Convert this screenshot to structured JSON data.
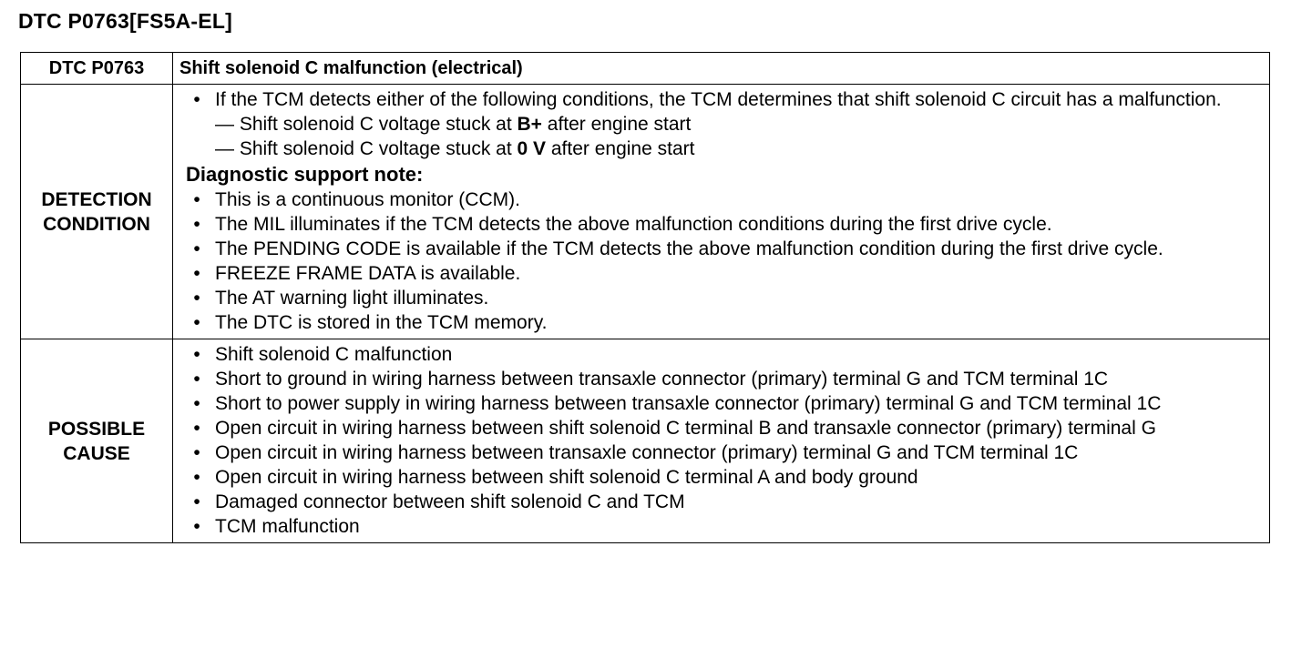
{
  "heading": "DTC P0763[FS5A-EL]",
  "table": {
    "code_label": "DTC P0763",
    "code_description": "Shift solenoid C malfunction (electrical)",
    "detection": {
      "label_line1": "DETECTION",
      "label_line2": "CONDITION",
      "intro": "If the TCM detects either of the following conditions, the TCM determines that shift solenoid C circuit has a malfunction.",
      "sub_items": [
        {
          "prefix": "— Shift solenoid C voltage stuck at ",
          "value": "B+",
          "suffix": " after engine start"
        },
        {
          "prefix": "— Shift solenoid C voltage stuck at ",
          "value": "0 V",
          "suffix": " after engine start"
        }
      ],
      "note_heading": "Diagnostic support note:",
      "notes": [
        "This is a continuous monitor (CCM).",
        "The MIL illuminates if the TCM detects the above malfunction conditions during the first drive cycle.",
        "The PENDING CODE is available if the TCM detects the above malfunction condition during the first drive cycle.",
        "FREEZE FRAME DATA is available.",
        "The AT warning light illuminates.",
        "The DTC is stored in the TCM memory."
      ]
    },
    "causes": {
      "label_line1": "POSSIBLE",
      "label_line2": "CAUSE",
      "items": [
        "Shift solenoid C malfunction",
        "Short to ground in wiring harness between transaxle connector (primary) terminal G and TCM terminal 1C",
        "Short to power supply in wiring harness between transaxle connector (primary) terminal G and TCM terminal 1C",
        "Open circuit in wiring harness between shift solenoid C terminal B and transaxle connector (primary) terminal G",
        "Open circuit in wiring harness between transaxle connector (primary) terminal G and TCM terminal 1C",
        "Open circuit in wiring harness between shift solenoid C terminal A and body ground",
        "Damaged connector between shift solenoid C and TCM",
        "TCM malfunction"
      ]
    },
    "bullet_char": "•"
  }
}
